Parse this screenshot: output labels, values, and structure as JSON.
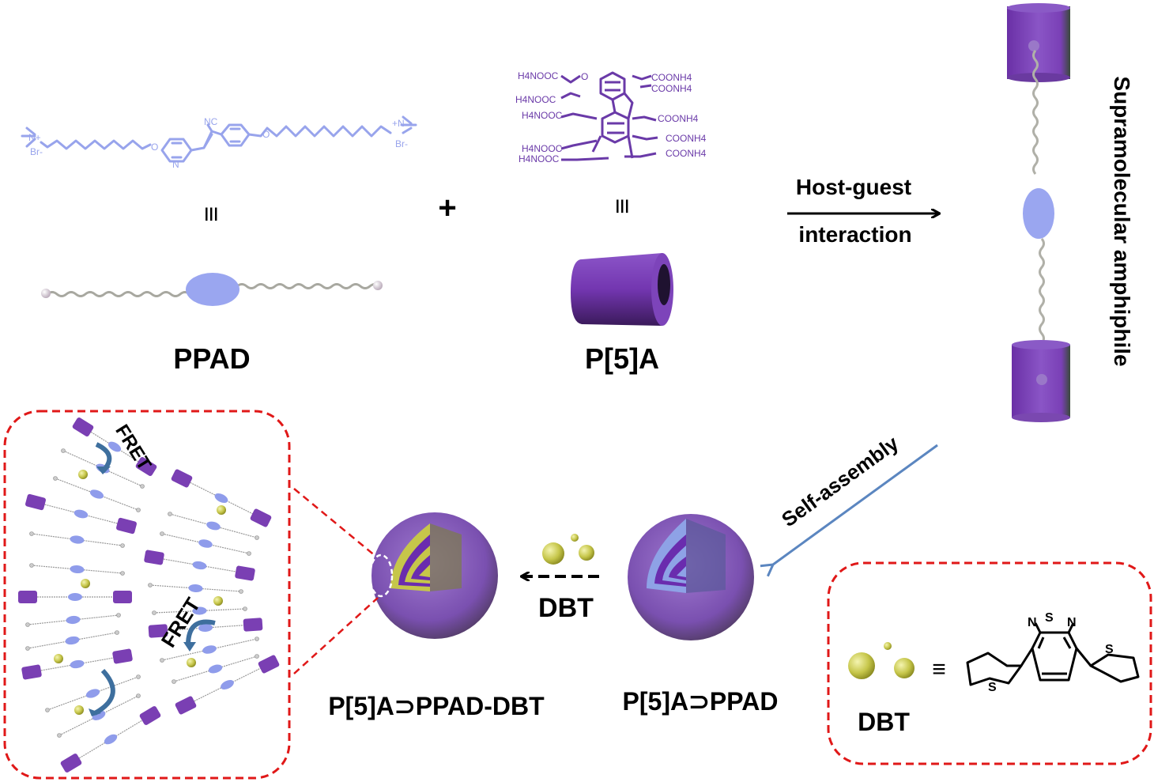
{
  "figure": {
    "colors": {
      "ppad": "#8f9ceb",
      "host": "#7a3fb3",
      "host_dark": "#4a2270",
      "dbt_ball": "#c8c84a",
      "chain": "#a8a8a0",
      "red_dash": "#e01818",
      "arrow_blue": "#5b86c0",
      "fret_arrow": "#3e6f9e",
      "text": "#000000"
    },
    "ppad": {
      "name": "PPAD",
      "equiv_symbol": "≡",
      "chem_labels": {
        "left_ammonium": "N+",
        "left_counterion": "Br-",
        "left_oxygen": "O",
        "pyridine_n": "N",
        "nitrile": "NC",
        "right_oxygen": "O",
        "right_ammonium": "+N",
        "right_counterion": "Br-"
      }
    },
    "plus_sign": "+",
    "p5a": {
      "name": "P[5]A",
      "equiv_symbol": "≡",
      "chem_labels": {
        "left_groups": [
          "H4NOOC",
          "H4NOOC",
          "H4NOOC",
          "H4NOOC",
          "H4NOOC"
        ],
        "right_groups": [
          "COONH4",
          "COONH4",
          "COONH4",
          "COONH4",
          "COONH4"
        ],
        "oxygen": "O"
      }
    },
    "host_guest_arrow": {
      "top_label": "Host-guest",
      "bottom_label": "interaction"
    },
    "amphiphile": {
      "label": "Supramolecular amphiphile"
    },
    "self_assembly_arrow": {
      "label": "Self-assembly"
    },
    "vesicle_empty": {
      "label": "P[5]A⊃PPAD"
    },
    "dbt_arrow": {
      "label": "DBT"
    },
    "vesicle_loaded": {
      "label": "P[5]A⊃PPAD-DBT"
    },
    "inset_bilayer": {
      "fret_labels": [
        "FRET",
        "FRET"
      ]
    },
    "dbt_legend": {
      "label": "DBT",
      "equiv_symbol": "≡",
      "chem_labels": {
        "thiadiazole_s": "S",
        "thiadiazole_n_left": "N",
        "thiadiazole_n_right": "N",
        "thiophene_left_s": "S",
        "thiophene_right_s": "S"
      }
    }
  }
}
